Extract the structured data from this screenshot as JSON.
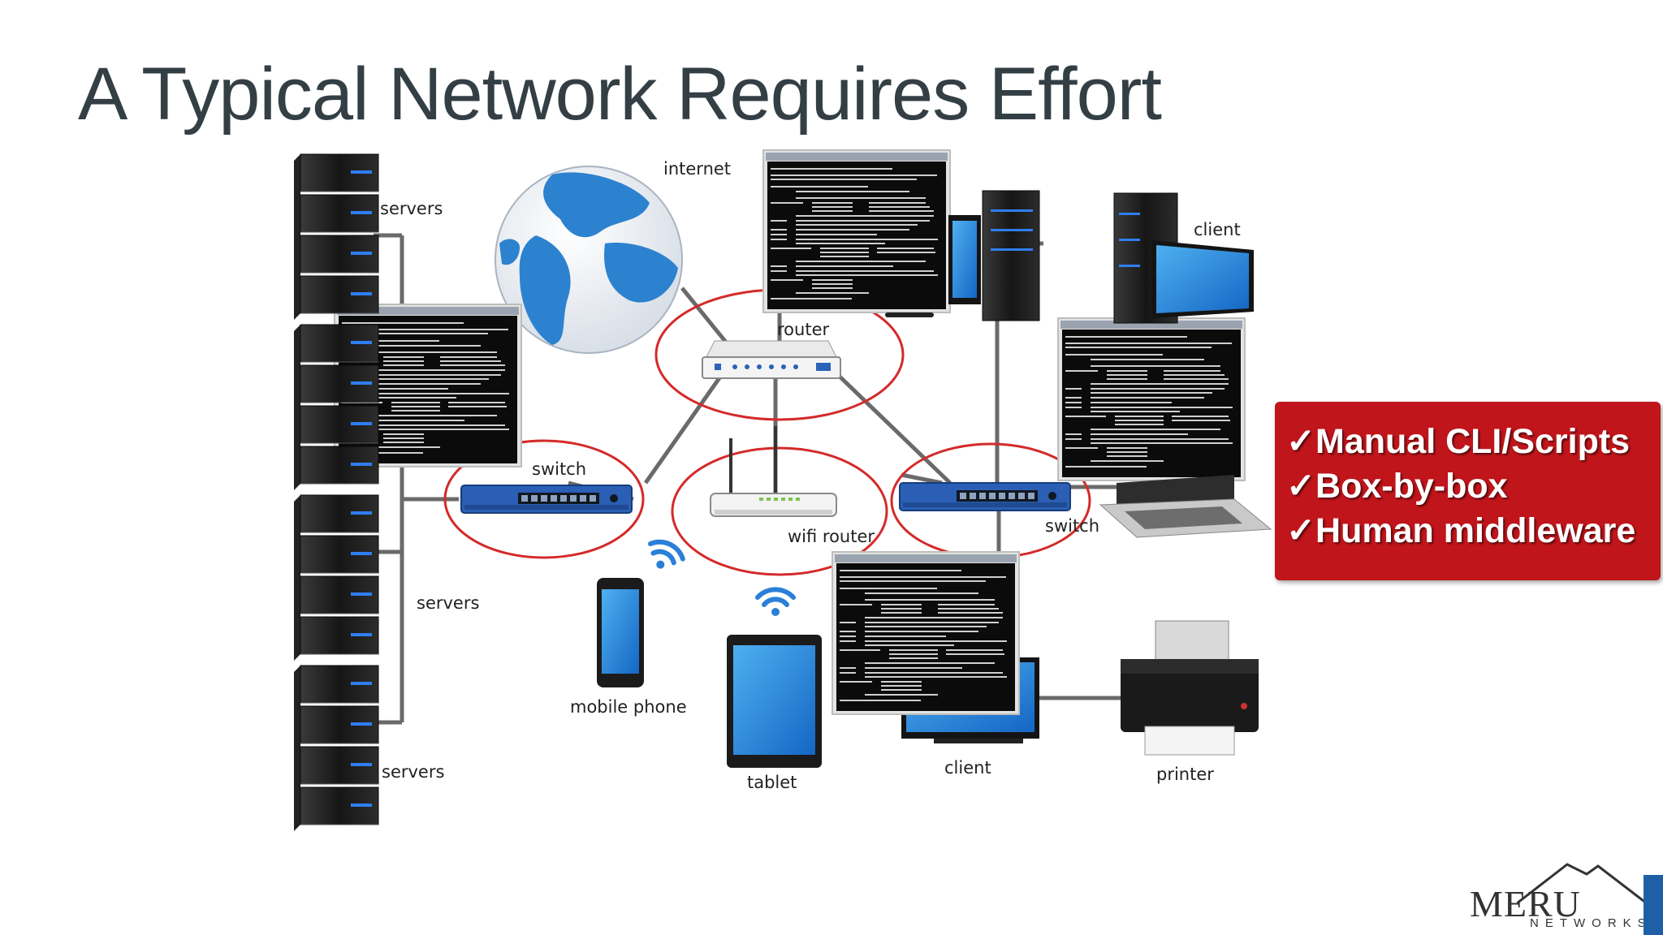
{
  "slide": {
    "title": "A Typical Network Requires Effort"
  },
  "labels": {
    "internet": "internet",
    "router": "router",
    "switch_left": "switch",
    "switch_right": "switch",
    "wifi_router": "wifi router",
    "servers_top": "servers",
    "servers_mid": "servers",
    "servers_bottom": "servers",
    "client_top": "client",
    "client_bottom": "client",
    "mobile_phone": "mobile phone",
    "tablet": "tablet",
    "printer": "printer"
  },
  "callout": {
    "items": [
      "Manual CLI/Scripts",
      "Box-by-box",
      "Human middleware"
    ],
    "check_glyph": "✓"
  },
  "logo": {
    "word": "MERU",
    "sub": "NETWORKS"
  },
  "colors": {
    "title": "#333f44",
    "callout_bg": "#c0151b",
    "device_blue": "#2a63b8",
    "ring_red": "#d42a2a",
    "logo_bar": "#1f5fa8"
  }
}
